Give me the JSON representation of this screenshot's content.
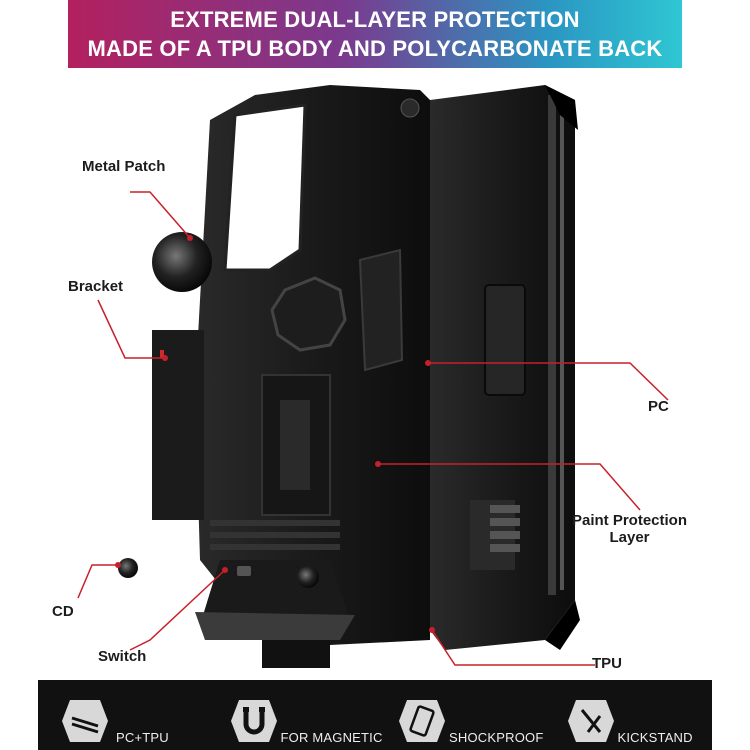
{
  "header": {
    "line1": "EXTREME DUAL-LAYER PROTECTION",
    "line2": "MADE OF A TPU BODY AND POLYCARBONATE BACK"
  },
  "callouts": {
    "metal_patch": "Metal Patch",
    "bracket": "Bracket",
    "pc": "PC",
    "paint_protection_line1": "Paint Protection",
    "paint_protection_line2": "Layer",
    "cd": "CD",
    "switch": "Switch",
    "tpu": "TPU"
  },
  "features": [
    {
      "label": "PC+TPU",
      "icon": "layers-icon"
    },
    {
      "label": "FOR MAGNETIC",
      "icon": "magnet-icon"
    },
    {
      "label": "SHOCKPROOF",
      "icon": "phone-shield-icon"
    },
    {
      "label": "KICKSTAND",
      "icon": "kickstand-icon"
    }
  ],
  "colors": {
    "accent_red": "#c8202a",
    "banner_start": "#b3205f",
    "banner_end": "#2ec7d3",
    "case_black": "#1b1b1b"
  }
}
